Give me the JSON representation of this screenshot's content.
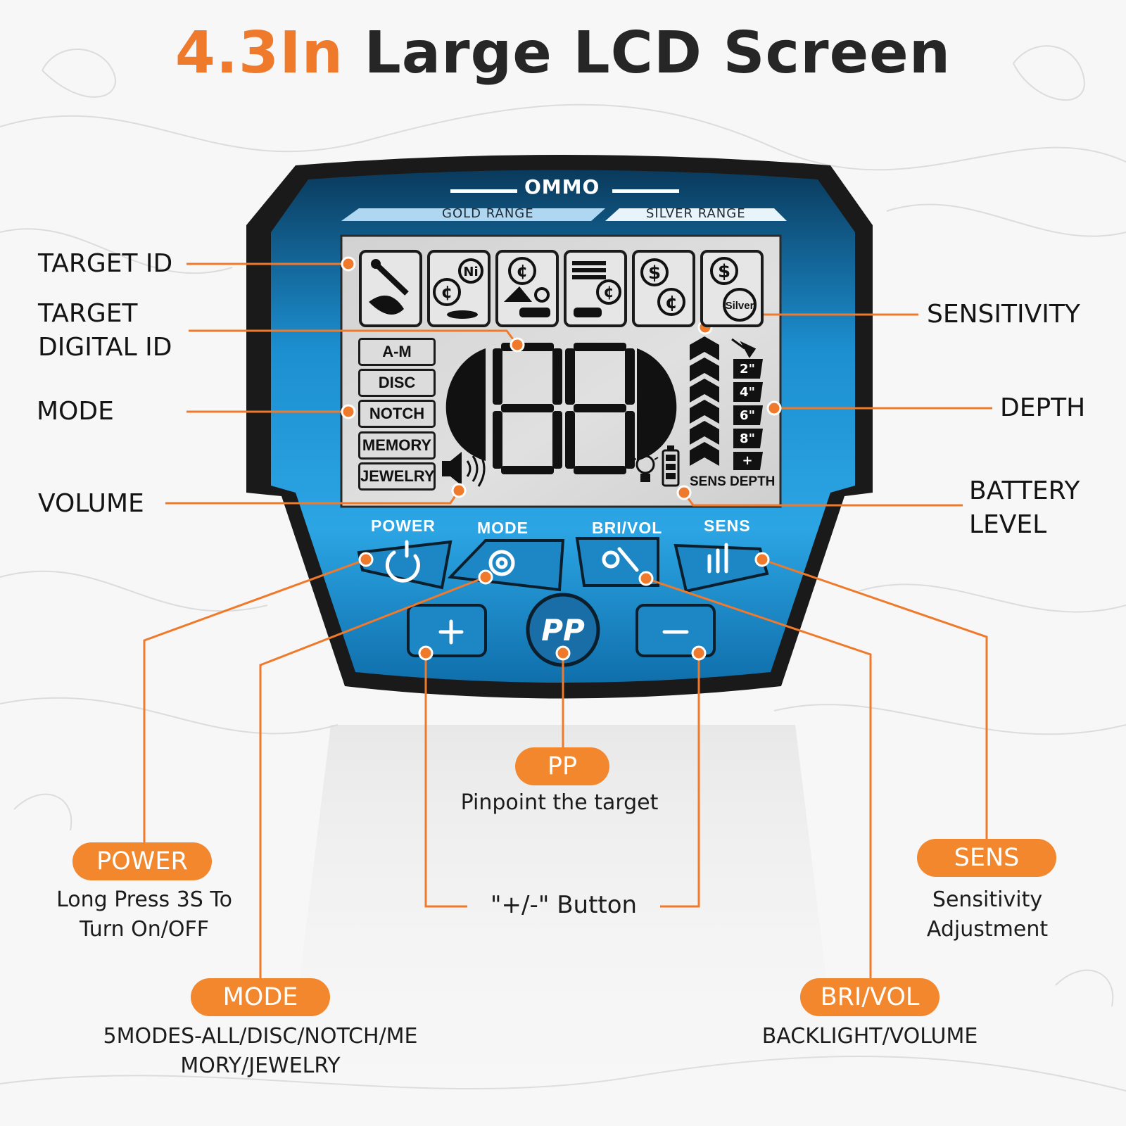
{
  "headline": {
    "accent": "4.3In",
    "rest": " Large LCD Screen"
  },
  "device": {
    "brand": "OMMO",
    "ranges": {
      "gold": "GOLD RANGE",
      "silver": "SILVER RANGE"
    },
    "target_icons": [
      "screw-key-icon",
      "nickel-coin-icon",
      "pulltab-coin-icon",
      "stack-coin-icon",
      "dollar-cent-icon",
      "dollar-silver-icon"
    ],
    "silver_label": "Silver",
    "ni_label": "Ni",
    "digital_id": "88",
    "modes": [
      "A-M",
      "DISC",
      "NOTCH",
      "MEMORY",
      "JEWELRY"
    ],
    "depth_marks": [
      "2\"",
      "4\"",
      "6\"",
      "8\"",
      "+"
    ],
    "sens_label": "SENS",
    "depth_label": "DEPTH",
    "buttons": {
      "power": "POWER",
      "mode": "MODE",
      "brivol": "BRI/VOL",
      "sens": "SENS",
      "pp": "PP"
    }
  },
  "callouts": {
    "target_id": "TARGET ID",
    "target_digital_id": "TARGET\nDIGITAL ID",
    "mode": "MODE",
    "volume": "VOLUME",
    "sensitivity": "SENSITIVITY",
    "depth": "DEPTH",
    "battery": "BATTERY\nLEVEL"
  },
  "bottom": {
    "pp": {
      "pill": "PP",
      "desc": "Pinpoint the target"
    },
    "plusminus": {
      "desc": "\"+/-\" Button"
    },
    "power": {
      "pill": "POWER",
      "desc": "Long Press 3S To\nTurn On/OFF"
    },
    "sens": {
      "pill": "SENS",
      "desc": "Sensitivity\nAdjustment"
    },
    "mode": {
      "pill": "MODE",
      "desc": "5MODES-ALL/DISC/NOTCH/ME\nMORY/JEWELRY"
    },
    "brivol": {
      "pill": "BRI/VOL",
      "desc": "BACKLIGHT/VOLUME"
    }
  },
  "colors": {
    "accent": "#f07a2c",
    "pill": "#f2872d",
    "lcd": "#d9d9d9",
    "panel": "#1e9ad6",
    "bezel": "#1a1a1a"
  }
}
